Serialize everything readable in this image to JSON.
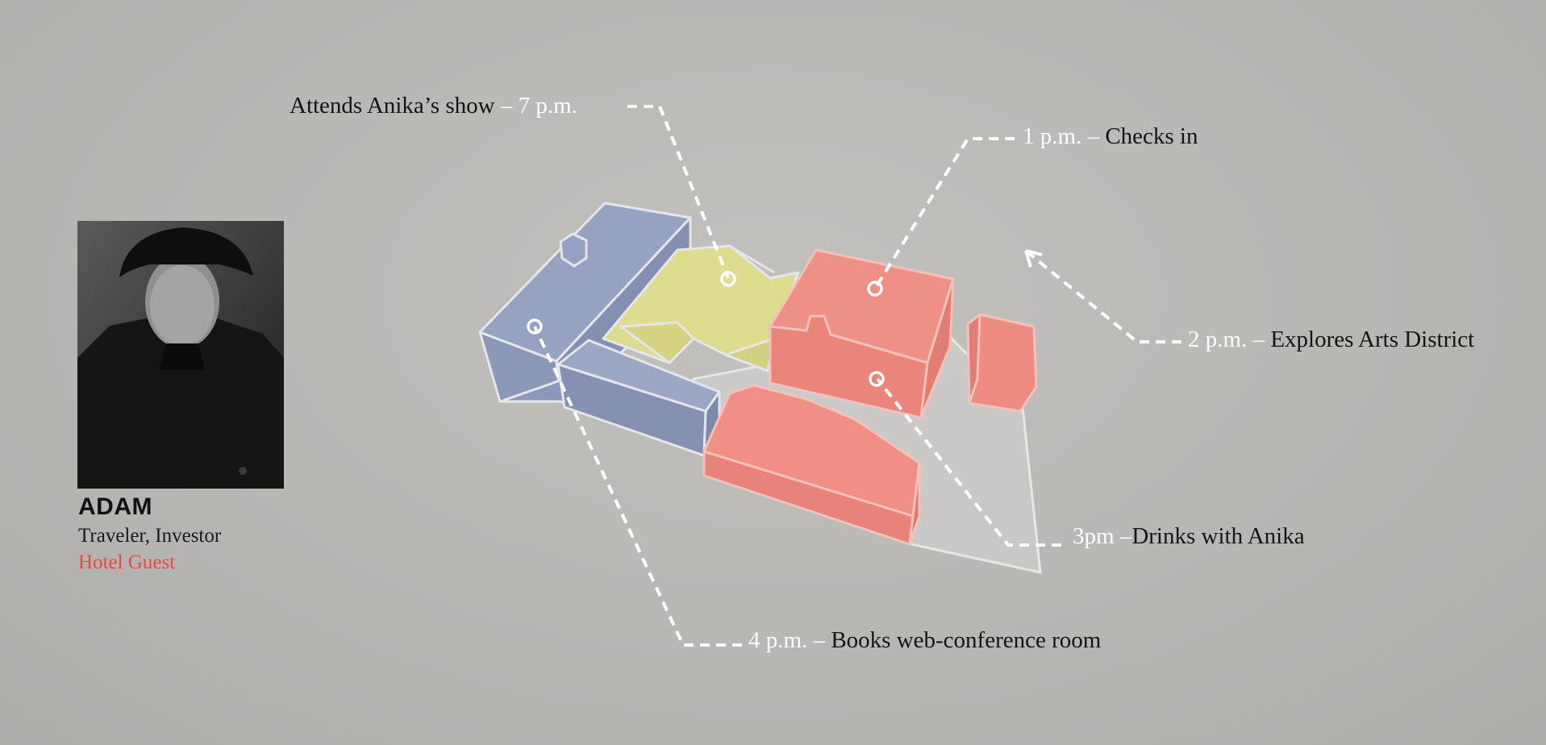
{
  "persona": {
    "name": "ADAM",
    "role": "Traveler, Investor",
    "tag": "Hotel Guest",
    "tag_color": "#f2453d"
  },
  "colors": {
    "blue_block": "#8e9bbb",
    "yellow_block": "#dcd98a",
    "red_block": "#f09088",
    "outline": "#e4e6ea",
    "connector": "#ffffff"
  },
  "callouts": {
    "show": {
      "time": "7 p.m.",
      "desc": "Attends Anika’s show",
      "sep": "–"
    },
    "checkin": {
      "time": "1 p.m.",
      "desc": "Checks in",
      "sep": "–"
    },
    "arts": {
      "time": "2 p.m.",
      "desc": "Explores Arts District",
      "sep": "–"
    },
    "drinks": {
      "time": "3pm",
      "desc": "Drinks with Anika",
      "sep": "–"
    },
    "conf": {
      "time": "4 p.m.",
      "desc": "Books web-conference room",
      "sep": "–"
    }
  }
}
